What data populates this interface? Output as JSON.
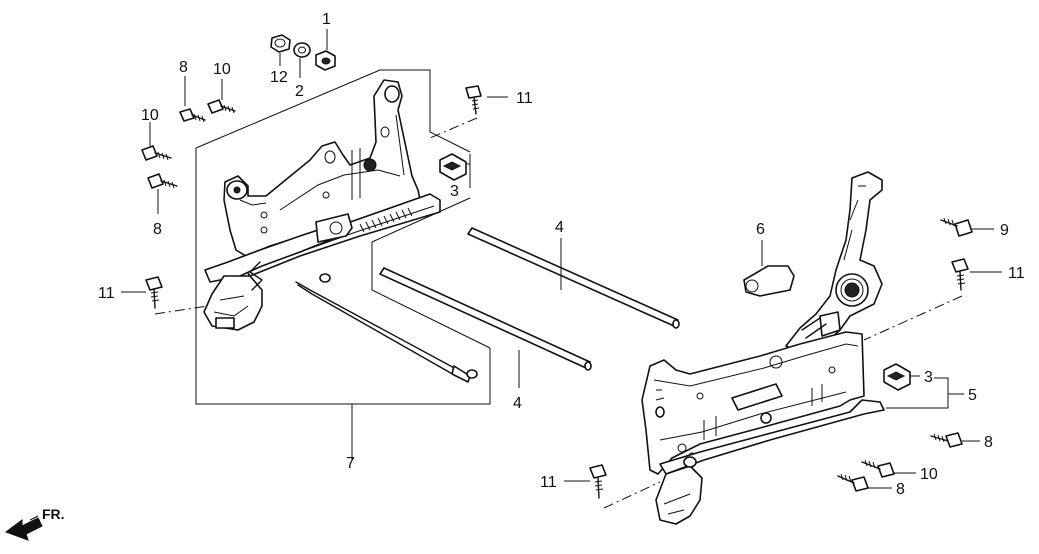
{
  "callouts": {
    "c1": "1",
    "c2": "2",
    "c12": "12",
    "c8_top": "8",
    "c10_top": "10",
    "c10_left": "10",
    "c8_left": "8",
    "c11_top": "11",
    "c11_left": "11",
    "c3_left": "3",
    "c4_upper": "4",
    "c4_lower": "4",
    "c7": "7",
    "c6": "6",
    "c9": "9",
    "c11_right": "11",
    "c3_right": "3",
    "c5": "5",
    "c8_right_upper": "8",
    "c10_right": "10",
    "c8_right_lower": "8",
    "c11_bottom": "11"
  },
  "direction_label": "FR."
}
